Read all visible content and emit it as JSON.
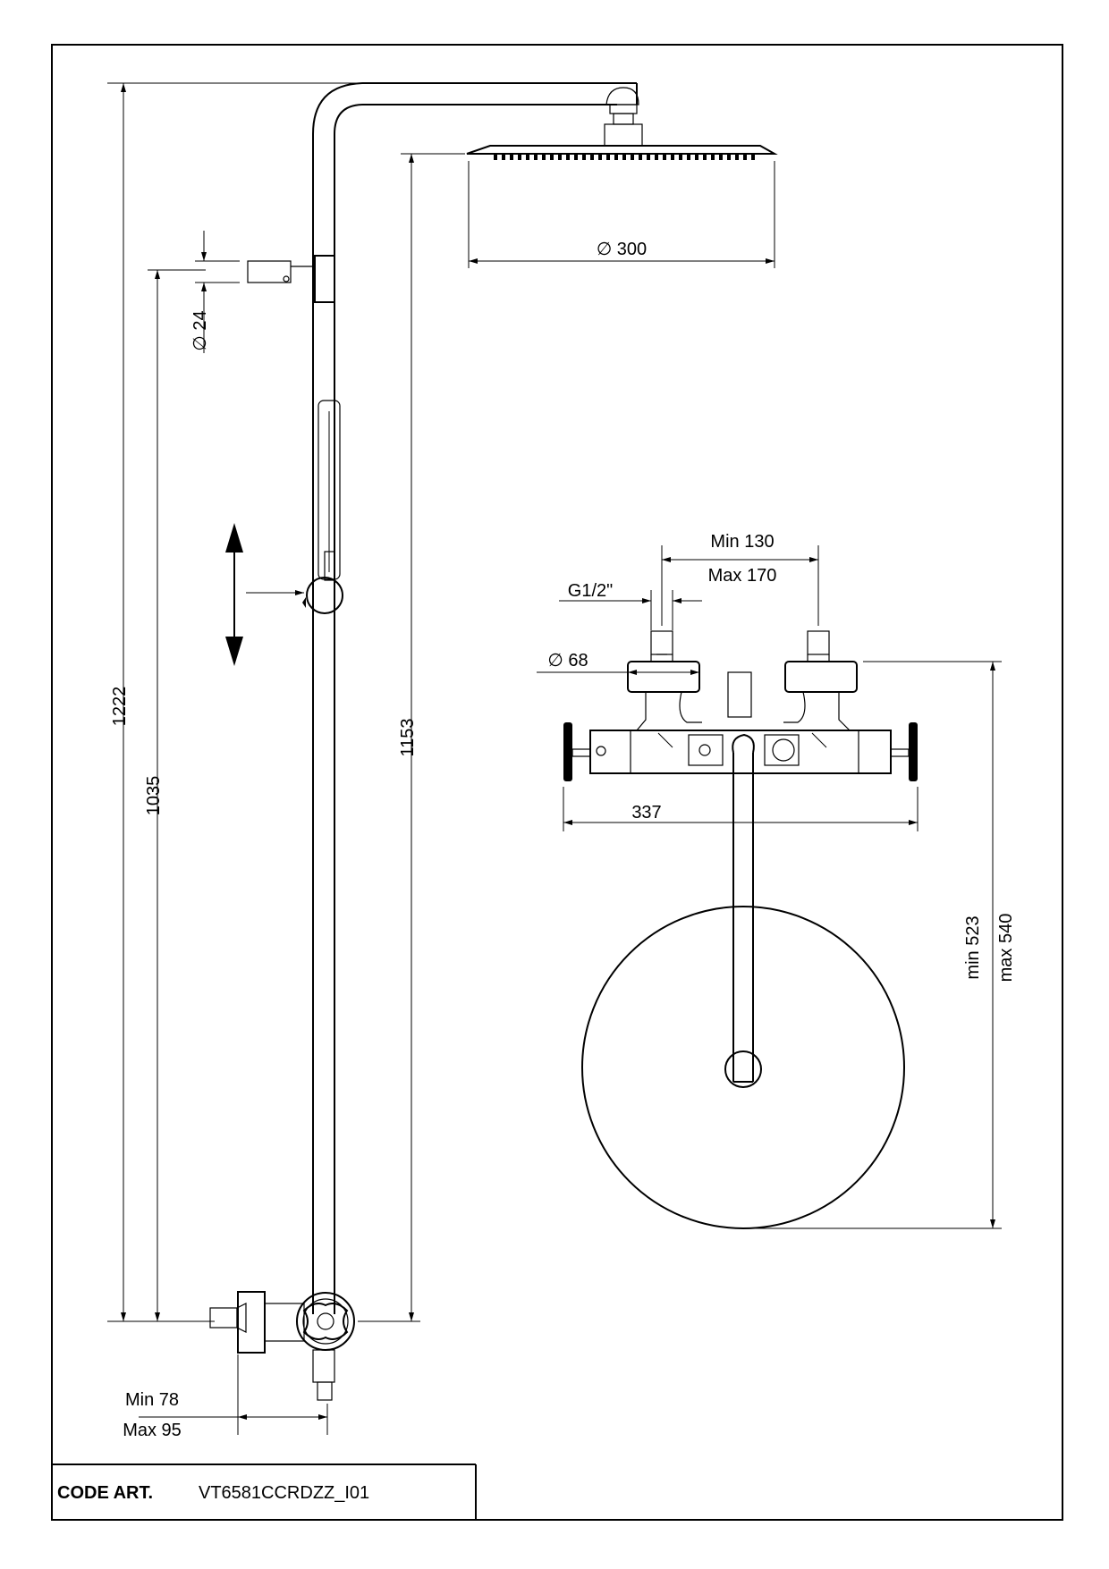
{
  "dimensions": {
    "d_arm": "1222",
    "d_holder": "1035",
    "d_head": "1153",
    "dia_head": "∅ 300",
    "dia_holder": "∅ 24",
    "min_projection": "Min 78",
    "max_projection": "Max 95",
    "min_centres": "Min 130",
    "max_centres": "Max 170",
    "thread": "G1/2\"",
    "dia_flange": "∅ 68",
    "width_valve": "337",
    "min_height": "min 523",
    "max_height": "max 540"
  },
  "title_block": {
    "label": "CODE ART.",
    "code": "VT6581CCRDZZ_I01"
  }
}
